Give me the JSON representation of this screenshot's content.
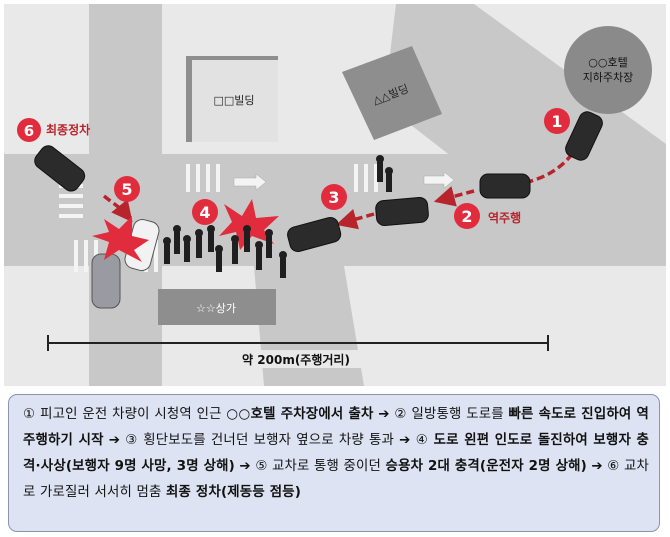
{
  "labels": {
    "hotel": [
      "○○호텔",
      "지하주차장"
    ],
    "building1": "□□빌딩",
    "building2": "△△빌딩",
    "shop": "☆☆상가",
    "distance": "약 200m(주행거리)",
    "wrong_way": "역주행",
    "final_stop": "최종정차"
  },
  "steps": [
    "1",
    "2",
    "3",
    "4",
    "5",
    "6"
  ],
  "colors": {
    "marker": "#e02c3c",
    "road": "#c9c9c9",
    "building": "#8a8a8a",
    "caption_bg": "#dde3f2"
  },
  "caption": [
    {
      "t": "① 피고인 운전 차량이 시청역 인근 ",
      "b": false
    },
    {
      "t": "○○호텔 주차장에서 출차",
      "b": true
    },
    {
      "t": " ➔ ② 일방통행 도로를 ",
      "b": false
    },
    {
      "t": "빠른 속도로 진입하여 역주행하기 시작",
      "b": true
    },
    {
      "t": " ➔ ③ 횡단보도를 건너던 보행자 옆으로 차량 통과 ➔ ④ ",
      "b": false
    },
    {
      "t": "도로 왼편 인도로 돌진하여 보행자 충격·사상(보행자 9명 사망, 3명 상해)",
      "b": true
    },
    {
      "t": " ➔ ⑤ 교차로 통행 중이던 ",
      "b": false
    },
    {
      "t": "승용차 2대 충격(운전자 2명 상해)",
      "b": true
    },
    {
      "t": " ➔ ⑥ 교차로 가로질러 서서히 멈춤 ",
      "b": false
    },
    {
      "t": "최종 정차(제동등 점등)",
      "b": true
    }
  ]
}
